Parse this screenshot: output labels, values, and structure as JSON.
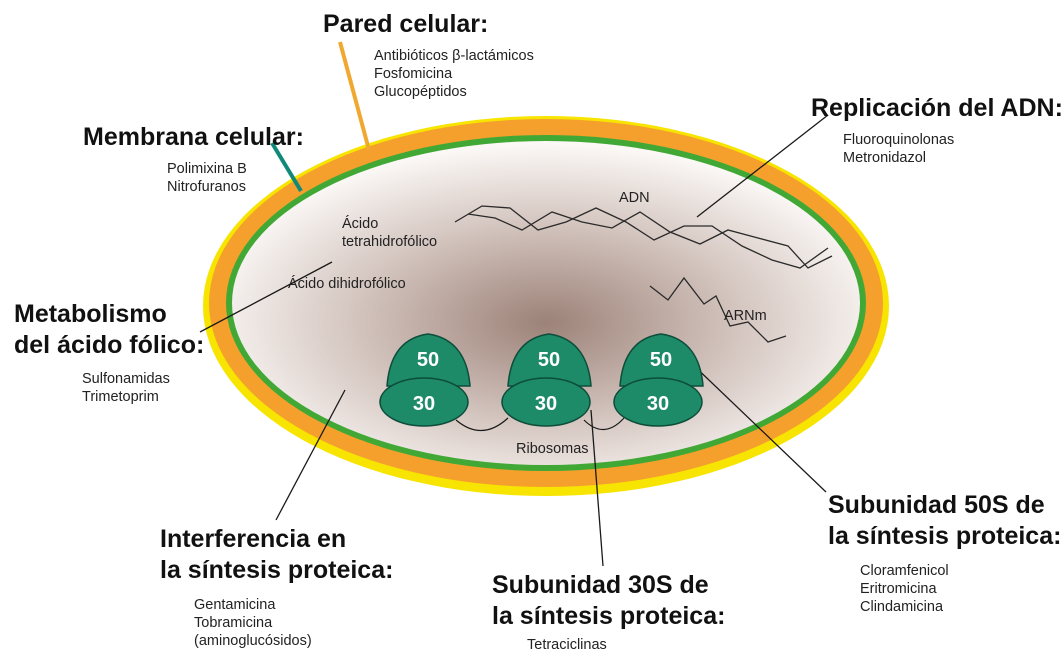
{
  "colors": {
    "outer_wall": "#f5a02c",
    "outer_rim": "#f7e400",
    "membrane": "#41a836",
    "cytoplasm_center": "#9c8278",
    "cytoplasm_edge": "#fbf8f6",
    "ribosome": "#1d8a68",
    "ribosome_stroke": "#0d4d3a",
    "pared_line": "#f0a830",
    "membrana_line": "#108a78",
    "text": "#111111"
  },
  "ribosome_labels": {
    "large": "50",
    "small": "30"
  },
  "inner_labels": {
    "adn": "ADN",
    "arnm": "ARNm",
    "acido_tetra_1": "Ácido",
    "acido_tetra_2": "tetrahidrofólico",
    "acido_dihidro": "Ácido dihidrofólico",
    "ribosomas": "Ribosomas"
  },
  "targets": {
    "pared": {
      "title": [
        "Pared celular:"
      ],
      "items": [
        "Antibióticos β-lactámicos",
        "Fosfomicina",
        "Glucopéptidos"
      ]
    },
    "membrana": {
      "title": [
        "Membrana celular:"
      ],
      "items": [
        "Polimixina B",
        "Nitrofuranos"
      ]
    },
    "replicacion": {
      "title": [
        "Replicación del ADN:"
      ],
      "items": [
        "Fluoroquinolonas",
        "Metronidazol"
      ]
    },
    "metabolismo": {
      "title": [
        "Metabolismo",
        "del ácido fólico:"
      ],
      "items": [
        "Sulfonamidas",
        "Trimetoprim"
      ]
    },
    "interferencia": {
      "title": [
        "Interferencia en",
        "la síntesis proteica:"
      ],
      "items": [
        "Gentamicina",
        "Tobramicina",
        "(aminoglucósidos)"
      ]
    },
    "sub30": {
      "title": [
        "Subunidad 30S de",
        "la síntesis proteica:"
      ],
      "items": [
        "Tetraciclinas"
      ]
    },
    "sub50": {
      "title": [
        "Subunidad 50S de",
        "la síntesis proteica:"
      ],
      "items": [
        "Cloramfenicol",
        "Eritromicina",
        "Clindamicina"
      ]
    }
  }
}
